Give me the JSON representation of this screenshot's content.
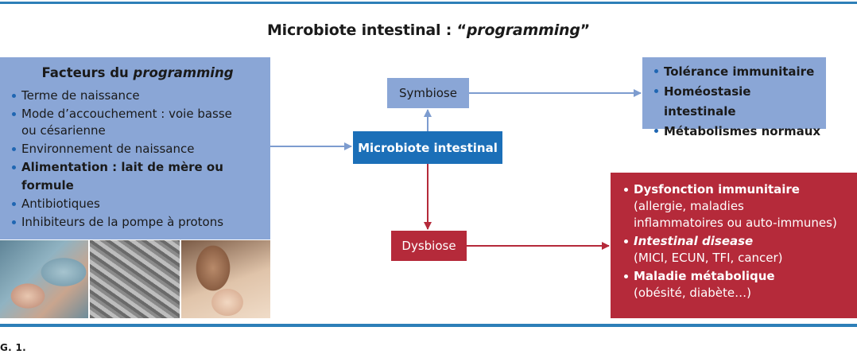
{
  "title": {
    "prefix": "Microbiote intestinal : “",
    "italic": "programming",
    "suffix": "”"
  },
  "factors": {
    "heading_prefix": "Facteurs du ",
    "heading_italic": "programming",
    "items": [
      "Terme de naissance",
      "Mode d’accouchement : voie basse",
      "ou césarienne",
      "Environnement de naissance",
      "Alimentation : lait de mère ou formule",
      "Antibiotiques",
      "Inhibiteurs de la pompe à protons"
    ]
  },
  "nodes": {
    "symbiose": "Symbiose",
    "microbiote": "Microbiote intestinal",
    "dysbiose": "Dysbiose"
  },
  "symbiosis_outcomes": [
    "Tolérance immunitaire",
    "Homéostasie intestinale",
    "Métabolismes normaux"
  ],
  "dysbiosis_outcomes": [
    {
      "heading": "Dysfonction immunitaire",
      "detail": [
        "(allergie, maladies",
        "inflammatoires ou auto-immunes)"
      ]
    },
    {
      "heading": "Intestinal disease",
      "detail": [
        "(MICI, ECUN, TFI, cancer)"
      ]
    },
    {
      "heading": "Maladie métabolique",
      "detail": [
        "(obésité, diabète…)"
      ]
    }
  ],
  "caption": "G. 1.",
  "colors": {
    "light_blue": "#8aa6d6",
    "dark_blue": "#1b6fb8",
    "red": "#b52a3a",
    "rule": "#2d7fb8"
  }
}
